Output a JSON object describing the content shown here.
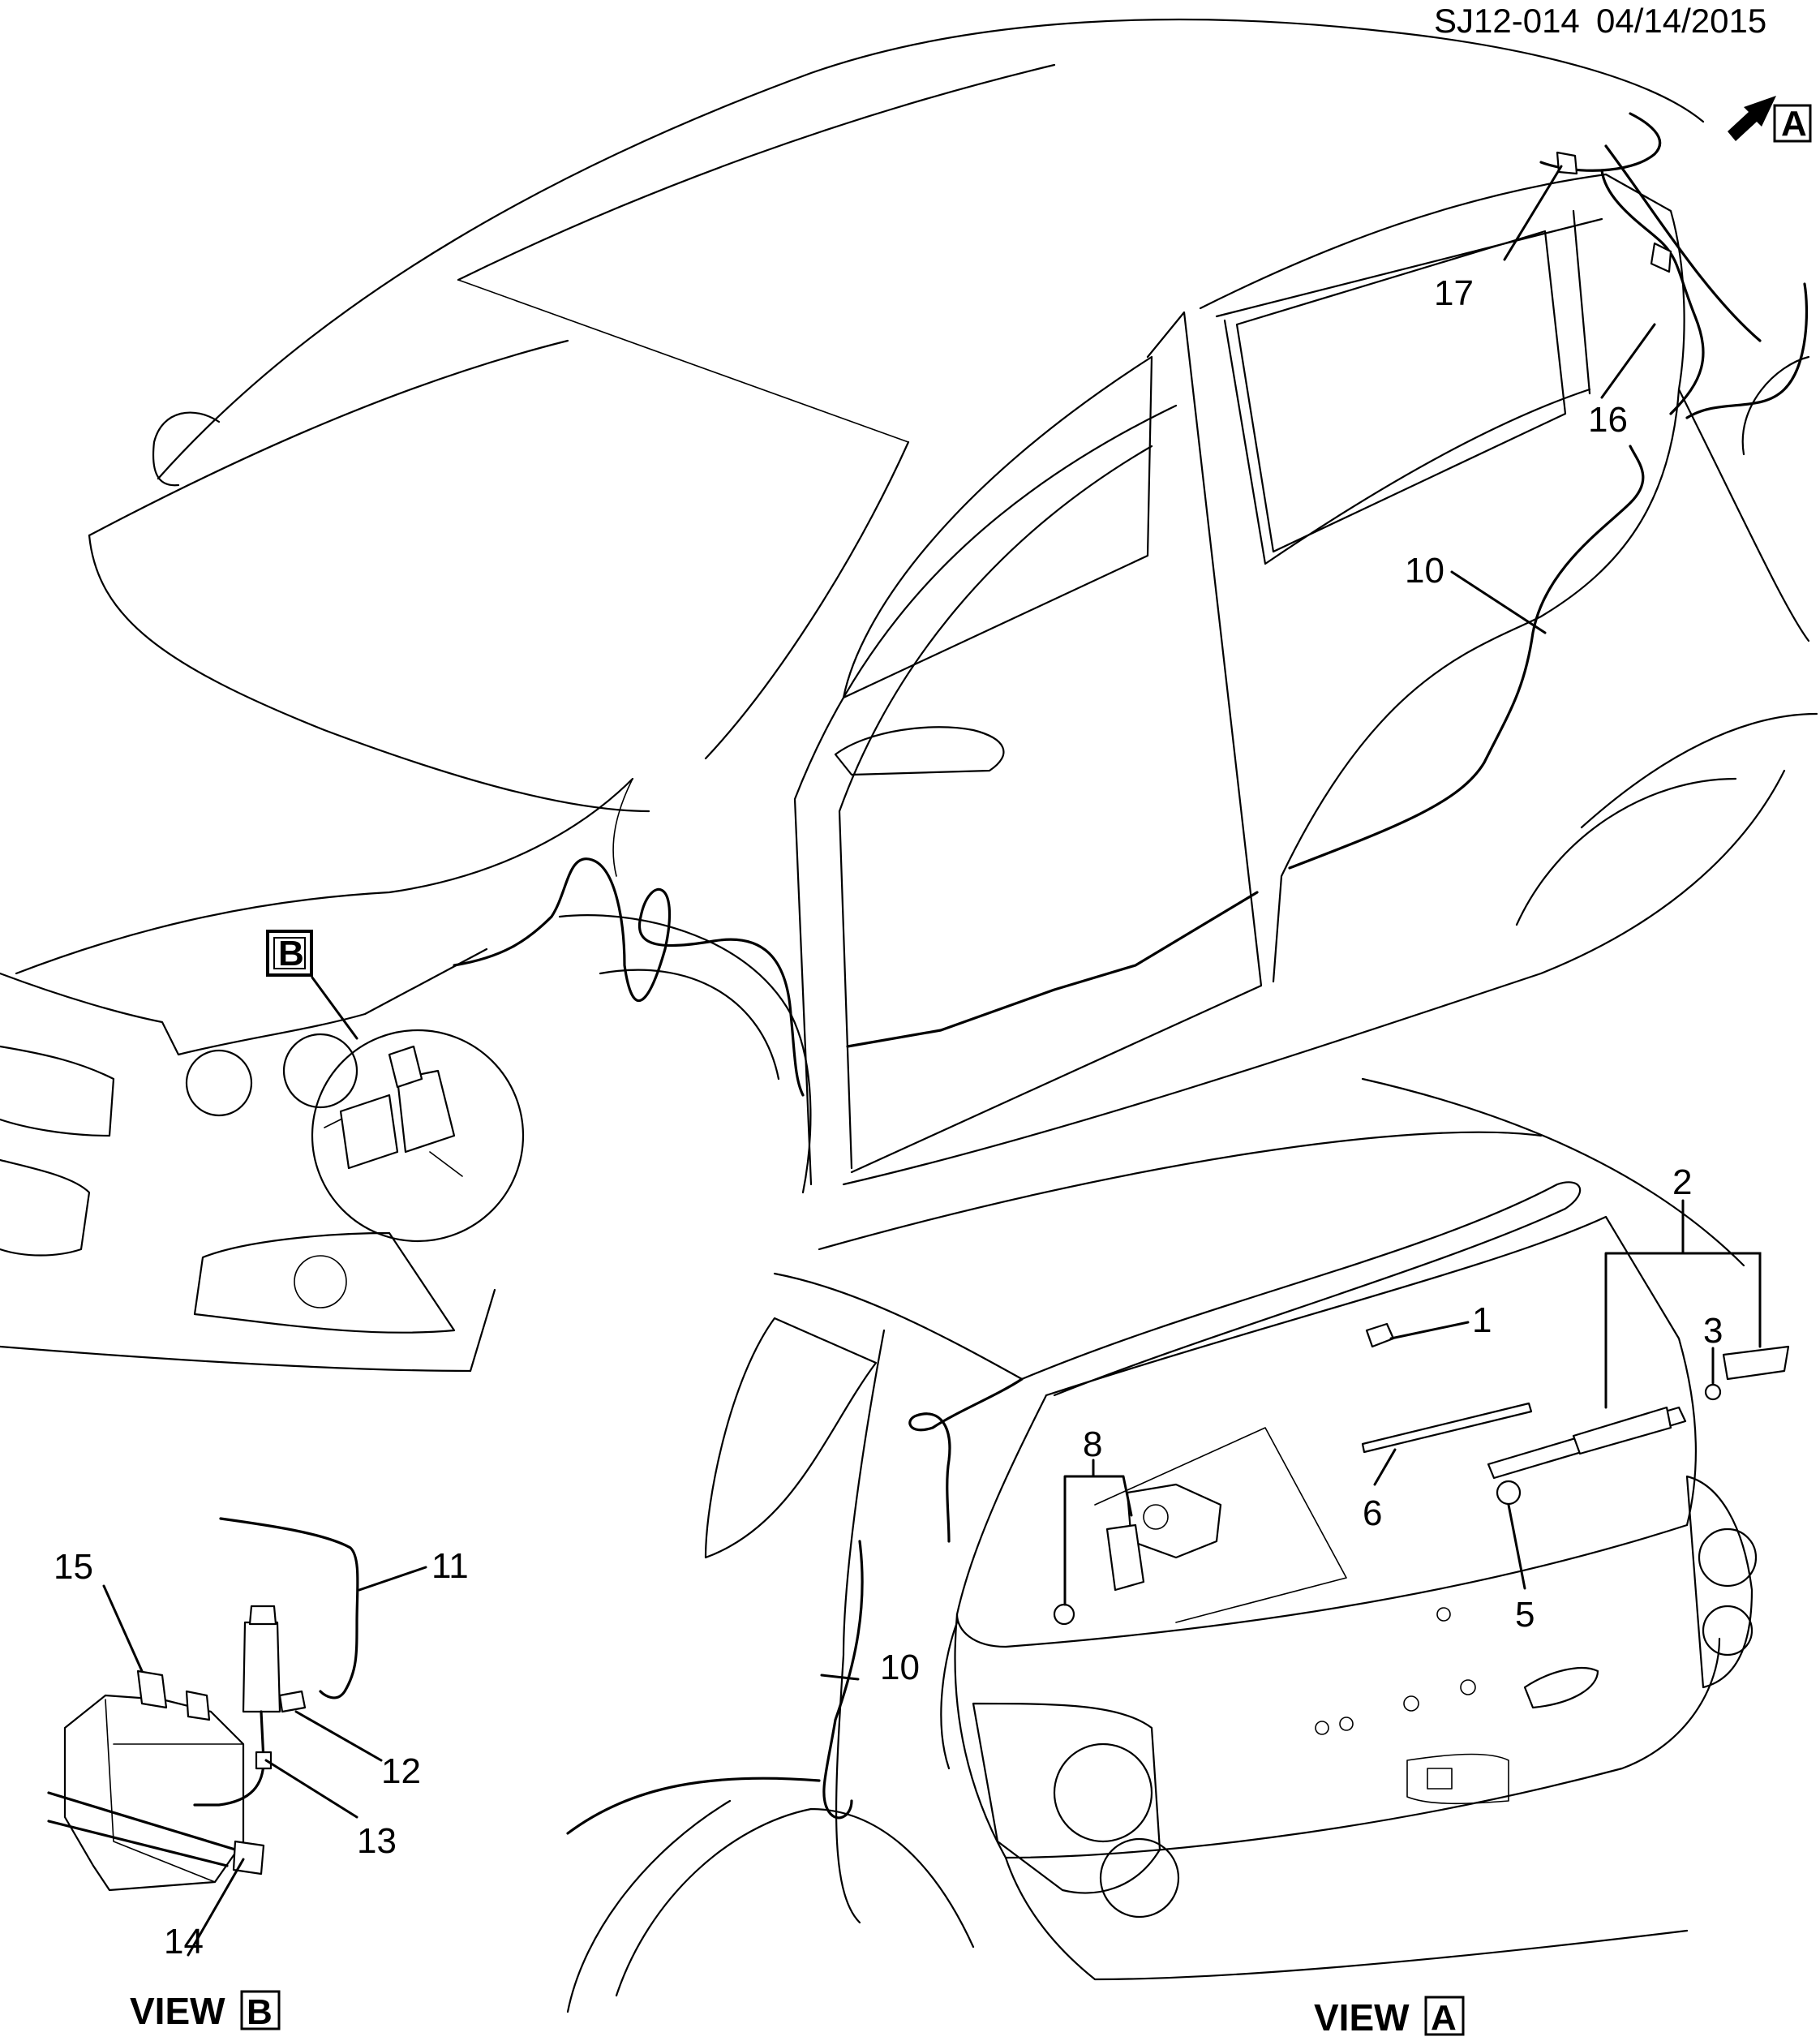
{
  "header": {
    "drawing_id": "SJ12-014",
    "date": "04/14/2015"
  },
  "view_markers": {
    "A": "A",
    "B": "B"
  },
  "callouts": {
    "c1": "1",
    "c2": "2",
    "c3": "3",
    "c5": "5",
    "c6": "6",
    "c8": "8",
    "c10a": "10",
    "c10b": "10",
    "c11": "11",
    "c12": "12",
    "c13": "13",
    "c14": "14",
    "c15": "15",
    "c16": "16",
    "c17": "17"
  },
  "view_labels": {
    "view_b_word": "VIEW",
    "view_b_letter": "B",
    "view_a_word": "VIEW",
    "view_a_letter": "A"
  }
}
